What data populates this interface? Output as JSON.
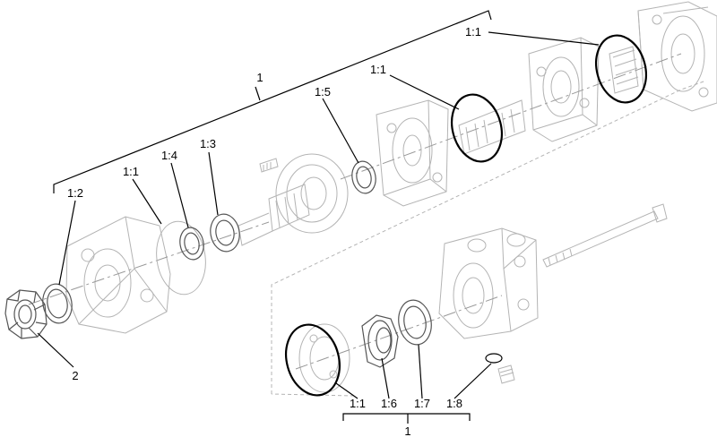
{
  "callouts": {
    "assembly_top": "1",
    "assembly_bottom": "1",
    "nut": "2",
    "c_1_1_top": "1:1",
    "c_1_1_mid": "1:1",
    "c_1_1_left": "1:1",
    "c_1_1_bottom": "1:1",
    "c_1_2": "1:2",
    "c_1_3": "1:3",
    "c_1_4": "1:4",
    "c_1_5": "1:5",
    "c_1_6": "1:6",
    "c_1_7": "1:7",
    "c_1_8": "1:8"
  }
}
